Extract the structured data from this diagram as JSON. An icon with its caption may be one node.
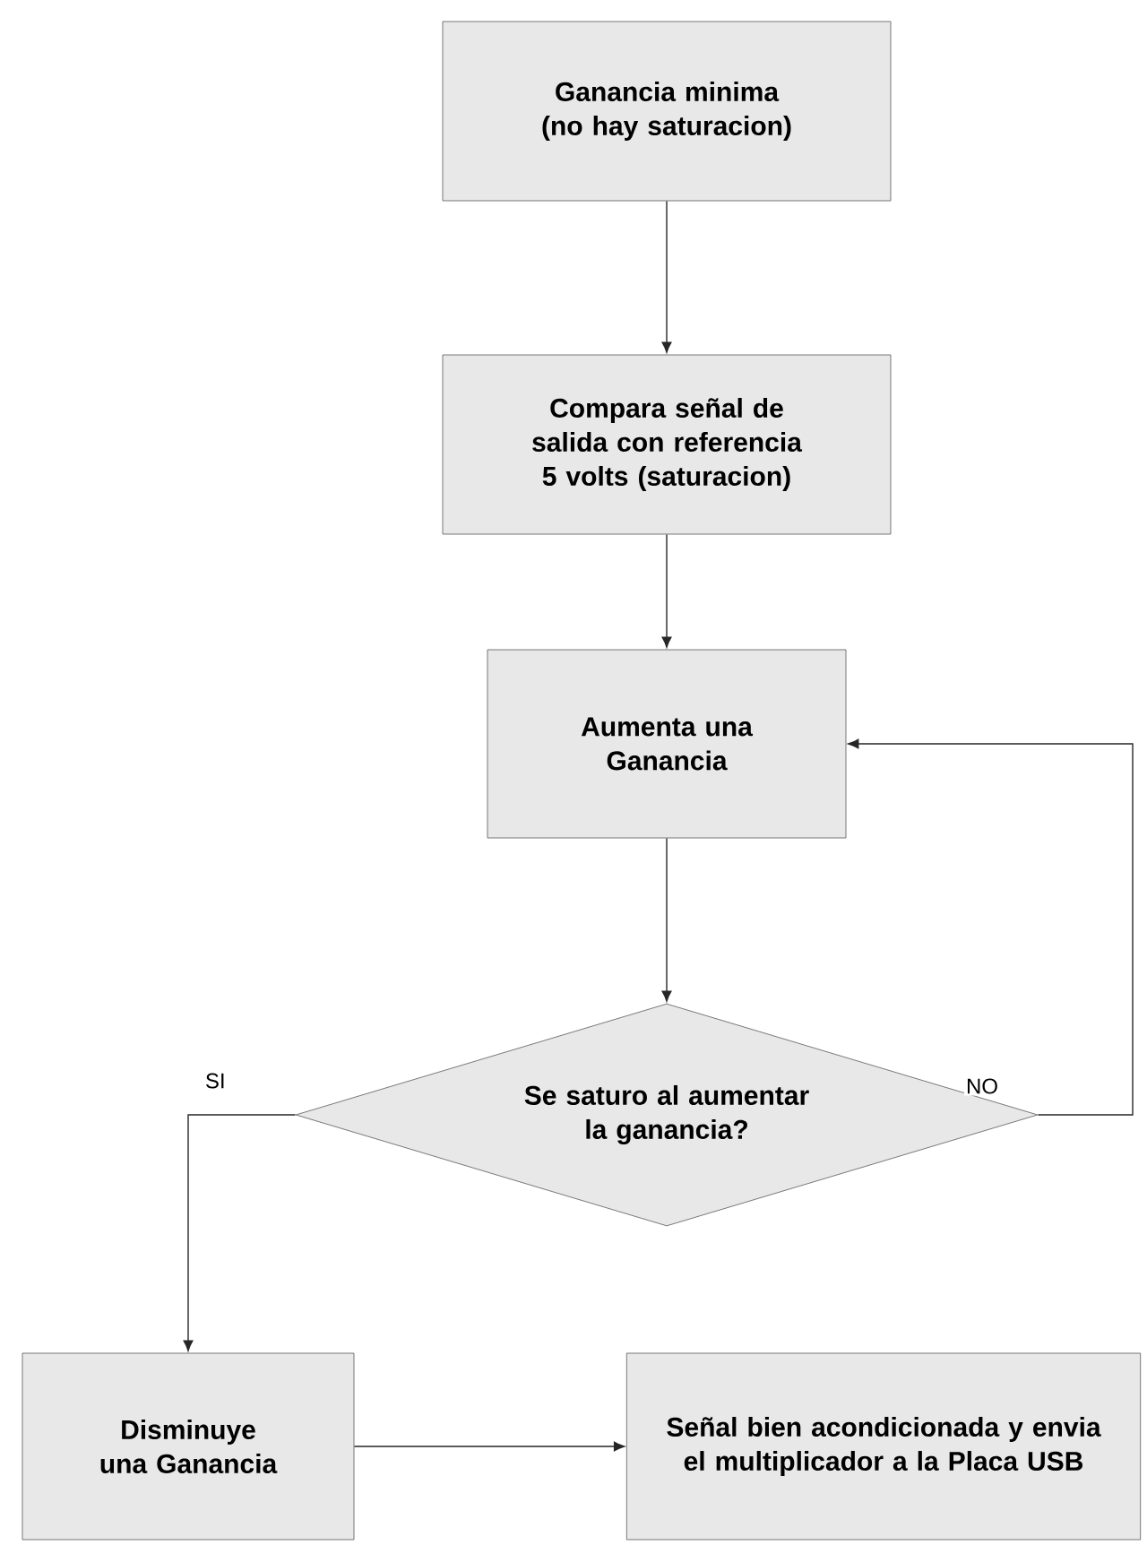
{
  "diagram": {
    "nodes": [
      {
        "text": [
          "Ganancia minima (no hay saturacion)"
        ]
      },
      {
        "text": [
          "Compara señal de salida con referencia 5 volts (saturacion)"
        ]
      },
      {
        "text": [
          "Aumenta una Ganancia"
        ]
      },
      {
        "text": [
          "Se saturo al aumentar la ganancia?"
        ]
      },
      {
        "text": [
          "Disminuye una Ganancia"
        ]
      },
      {
        "text": [
          "Señal bien acondicionada y envia el multiplicador a la Placa USB"
        ]
      }
    ],
    "edges": [
      {
        "from": 0,
        "to": 1,
        "arrow": "to"
      },
      {
        "from": 1,
        "to": 2,
        "arrow": "to"
      },
      {
        "from": 2,
        "to": 3,
        "arrow": "to"
      },
      {
        "from": 3,
        "to": 4,
        "arrow": "to",
        "label": "SI"
      },
      {
        "from": 3,
        "to": 2,
        "arrow": "to",
        "label": "NO"
      },
      {
        "from": 4,
        "to": 5,
        "arrow": "to"
      }
    ]
  }
}
